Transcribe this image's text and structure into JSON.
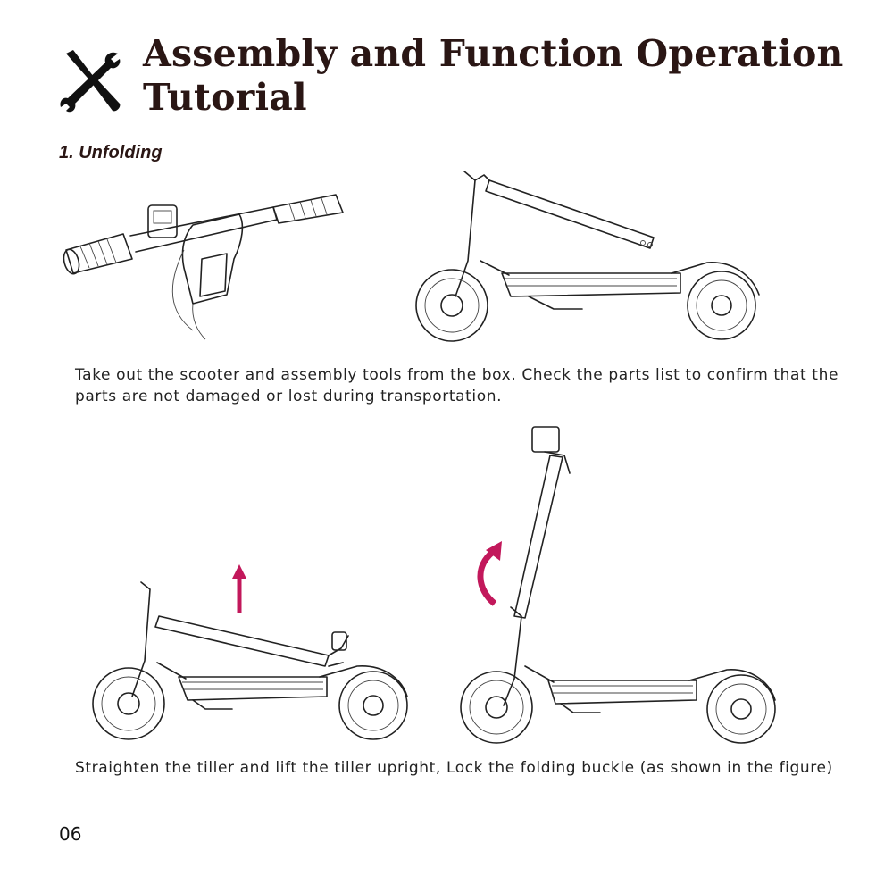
{
  "page": {
    "title": "Assembly and Function Operation Tutorial",
    "title_icon": "tools-icon",
    "section_heading": "1. Unfolding",
    "caption_1": "Take out the scooter and assembly tools from the box. Check the parts list to confirm that the parts are not damaged or lost during transportation.",
    "caption_2": "Straighten the tiller and lift the tiller upright, Lock the folding buckle (as shown in the figure)",
    "page_number": "06",
    "accent_color": "#c2185b"
  },
  "illustrations": [
    {
      "name": "handlebar-illustration",
      "icon": "handlebar-icon"
    },
    {
      "name": "scooter-folded-illustration",
      "icon": "scooter-folded-icon"
    },
    {
      "name": "scooter-tiller-lifting-illustration",
      "icon": "scooter-lifting-icon",
      "indicator": "up-arrow-icon"
    },
    {
      "name": "scooter-upright-illustration",
      "icon": "scooter-upright-icon",
      "indicator": "curved-arrow-icon"
    }
  ]
}
